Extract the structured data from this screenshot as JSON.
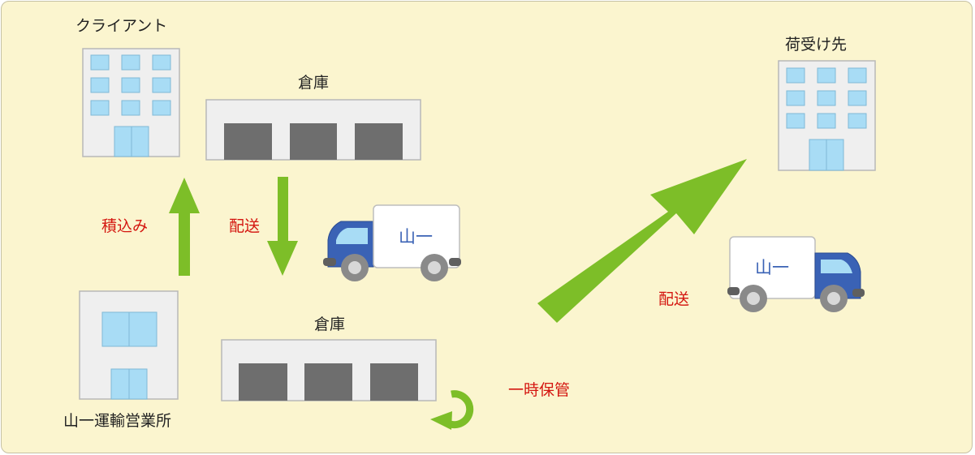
{
  "labels": {
    "client": "クライアント",
    "warehouse_top": "倉庫",
    "warehouse_bottom": "倉庫",
    "destination": "荷受け先",
    "office": "山一運輸営業所",
    "loading": "積込み",
    "delivery_left": "配送",
    "delivery_right": "配送",
    "temporary_storage": "一時保管"
  },
  "trucks": {
    "left_truck_text": "山一",
    "right_truck_text": "山一"
  },
  "colors": {
    "background": "#fbf5cf",
    "arrow_green": "#7dbe28",
    "building_fill": "#efefef",
    "window_blue": "#a8dcf5",
    "shutter_gray": "#6e6e6e",
    "truck_blue": "#3a62b5",
    "label_red": "#d4150f"
  }
}
